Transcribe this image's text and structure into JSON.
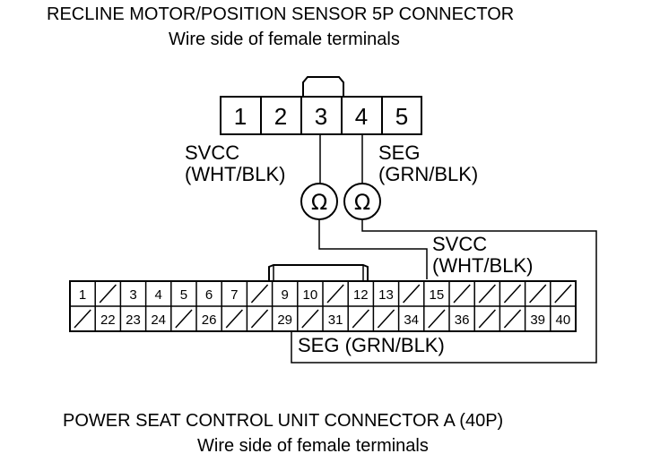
{
  "top_connector": {
    "title": "RECLINE MOTOR/POSITION SENSOR 5P CONNECTOR",
    "subtitle": "Wire side of female terminals",
    "pins": [
      "1",
      "2",
      "3",
      "4",
      "5"
    ]
  },
  "wires": {
    "svcc_top": {
      "name": "SVCC",
      "color": "(WHT/BLK)"
    },
    "seg_top": {
      "name": "SEG",
      "color": "(GRN/BLK)"
    },
    "svcc_bottom": {
      "name": "SVCC",
      "color": "(WHT/BLK)"
    },
    "seg_bottom": "SEG (GRN/BLK)"
  },
  "meters": {
    "symbol": "Ω"
  },
  "bottom_connector": {
    "title": "POWER SEAT CONTROL UNIT CONNECTOR A (40P)",
    "subtitle": "Wire side of female terminals",
    "row1": [
      "1",
      "",
      "3",
      "4",
      "5",
      "6",
      "7",
      "",
      "9",
      "10",
      "",
      "12",
      "13",
      "",
      "15",
      "",
      "",
      "",
      "",
      ""
    ],
    "row2": [
      "",
      "22",
      "23",
      "24",
      "",
      "26",
      "",
      "",
      "29",
      "",
      "31",
      "",
      "",
      "34",
      "",
      "36",
      "",
      "",
      "39",
      "40"
    ]
  }
}
